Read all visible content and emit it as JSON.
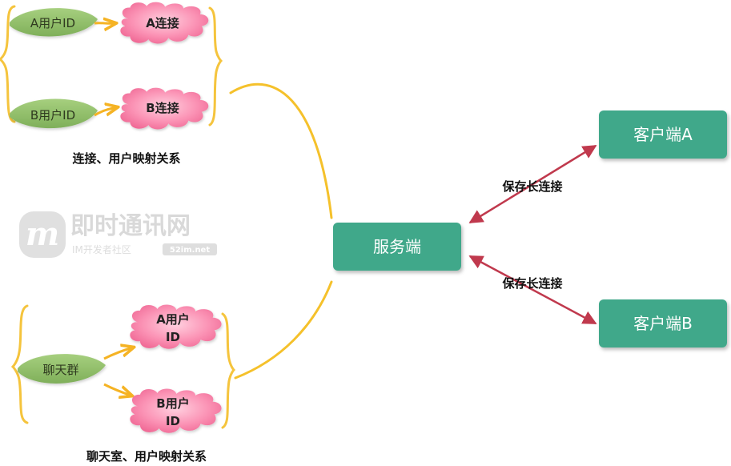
{
  "server": {
    "label": "服务端"
  },
  "clients": [
    {
      "label": "客户端A"
    },
    {
      "label": "客户端B"
    }
  ],
  "links": [
    {
      "label": "保存长连接"
    },
    {
      "label": "保存长连接"
    }
  ],
  "connection_map": {
    "users": [
      "A用户ID",
      "B用户ID"
    ],
    "connections": [
      "A连接",
      "B连接"
    ],
    "caption": "连接、用户映射关系"
  },
  "chatroom_map": {
    "group": "聊天群",
    "users": [
      {
        "line1": "A用户",
        "line2": "ID"
      },
      {
        "line1": "B用户",
        "line2": "ID"
      }
    ],
    "caption": "聊天室、用户映射关系"
  },
  "watermark": {
    "logo_letter": "m",
    "title": "即时通讯网",
    "subtitle": "IM开发者社区",
    "url": "52im.net"
  },
  "colors": {
    "green_box": "#3fa88a",
    "leaf": "#8fbe6a",
    "cloud": "#f77fa6",
    "arrow_red": "#c0394d",
    "curve_yellow": "#f5c12b",
    "bracket_yellow": "#f5c43d"
  }
}
